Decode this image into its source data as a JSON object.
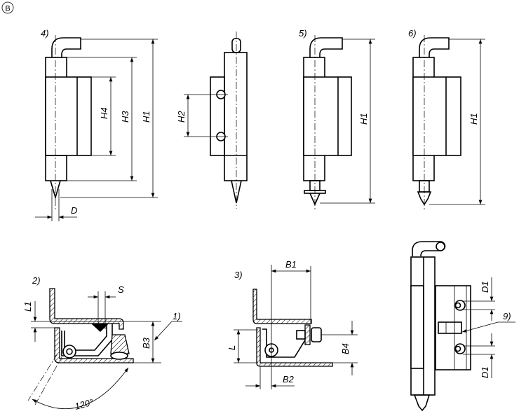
{
  "figure_marker": "B",
  "views": {
    "top_left": {
      "note": "4)",
      "dims": {
        "h4": "H4",
        "h3": "H3",
        "h1": "H1",
        "d": "D"
      }
    },
    "top_middle": {
      "dims": {
        "h2": "H2"
      }
    },
    "top_center_right": {
      "note": "5)",
      "dims": {
        "h1": "H1"
      }
    },
    "top_right": {
      "note": "6)",
      "dims": {
        "h1": "H1"
      }
    },
    "section_left": {
      "note": "2)",
      "callout": "1)",
      "dims": {
        "l1": "L1",
        "s": "S",
        "b3": "B3",
        "angle": "120°"
      }
    },
    "section_middle": {
      "note": "3)",
      "dims": {
        "b1": "B1",
        "l": "L",
        "b4": "B4",
        "b2": "B2"
      }
    },
    "side_view": {
      "callout": "9)",
      "dims": {
        "d1_top": "D1",
        "d1_bottom": "D1"
      }
    }
  }
}
